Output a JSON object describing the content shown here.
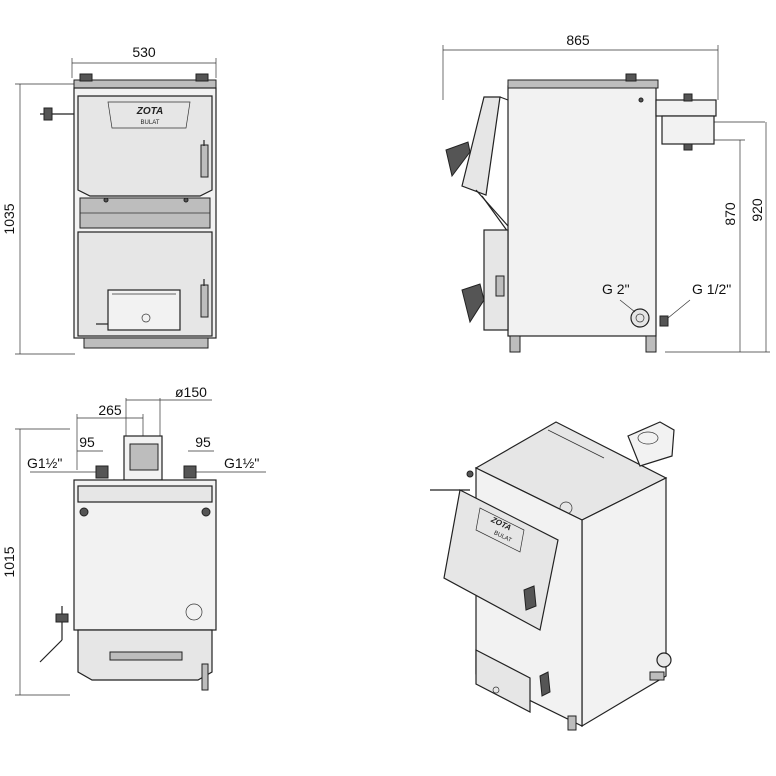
{
  "dimensions": {
    "front_width": "530",
    "front_height": "1035",
    "side_depth": "865",
    "side_height_870": "870",
    "side_height_920": "920",
    "side_g2": "G 2\"",
    "side_g12": "G 1/2\"",
    "top_depth": "1015",
    "top_265": "265",
    "top_d150": "ø150",
    "top_95_left": "95",
    "top_95_right": "95",
    "top_g112_left": "G1½\"",
    "top_g112_right": "G1½\""
  },
  "branding": {
    "logo": "ZOTA",
    "model": "BULAT"
  }
}
